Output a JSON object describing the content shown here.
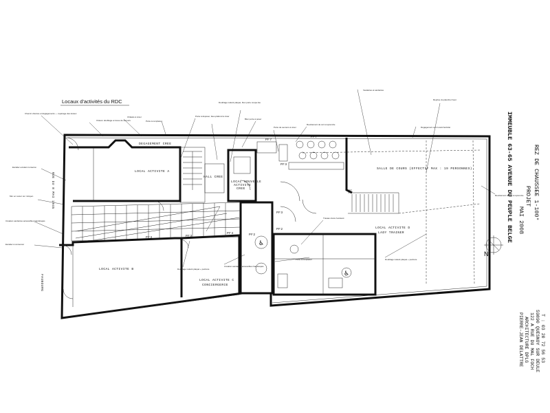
{
  "heading": "Locaux d'activités du RDC",
  "rooms": {
    "degagement": "DEGAGEMENT CREE",
    "local_a": "LOCAL ACTIVITE A",
    "hall": "HALL CREE",
    "local_b": "LOCAL ACTIVITE B",
    "local_c_line1": "LOCAL ACTIVITE C",
    "local_c_line2": "CONCIERGERIE",
    "local_d_line1": "LOCAL ACTIVITE D",
    "local_d_line2": "LADY TRAINER",
    "salle_cours": "SALLE DE COURS (EFFECTIF MAX : 19 PERSONNES)",
    "local_nouvelle_line1": "LOCAL NOUVELLE",
    "local_nouvelle_line2": "ACTIVITE",
    "local_nouvelle_line3": "CREE"
  },
  "tags": [
    "PF7",
    "PF7",
    "PF3",
    "PF3",
    "PF4",
    "PF2",
    "PF2",
    "PF3",
    "PF3"
  ],
  "street_left_top": "RUE DU 8 MAI 1945",
  "street_left_bottom": "FAUBOURG",
  "title_block": {
    "line1": "IMMEUBLE 63-65 AVENUE DU PEUPLE BELGE",
    "line2": "MAI 2008",
    "line3": "PROJET",
    "line4": "REZ DE CHAUSSEE    1-100°"
  },
  "architect": {
    "line1": "PIERRE-JEAN DELATTRE",
    "line2": "ARCHITECTURE DPLG",
    "line3": "122 A RUE DU MAL FOCH",
    "line4": "59890 QUESNOY SUR DEULE",
    "line5": "T : 03 20 72 56 53"
  },
  "north": "N",
  "notes": {
    "n1": "Chemin d'accès et dégagements — repérage des locaux",
    "n2": "Cloison doublage et issue de secours",
    "n3": "Porte à remplacer",
    "n4": "Châssis à créer",
    "n5": "Doublage isolant plaqué, bloc porte coupe-feu",
    "n6": "Porte à déposer, faux-plafond à créer",
    "n7": "Escalier existant conservé",
    "n8": "Création sanitaires accessibles handicapés",
    "n9": "Bloc porte à poser",
    "n10": "Porte de secours à créer",
    "n11": "Vestiaires et sanitaires",
    "n12": "Revêtement de sol à reprendre",
    "n13": "Reprise du plancher haut",
    "n14": "Travaux dans l'existant",
    "n15": "Doublage isolant plaqué + peinture",
    "n16": "Mur en retour sur mitoyen",
    "n17": "Escalier à conserver",
    "n18": "Dégagement vers local d'activité"
  }
}
